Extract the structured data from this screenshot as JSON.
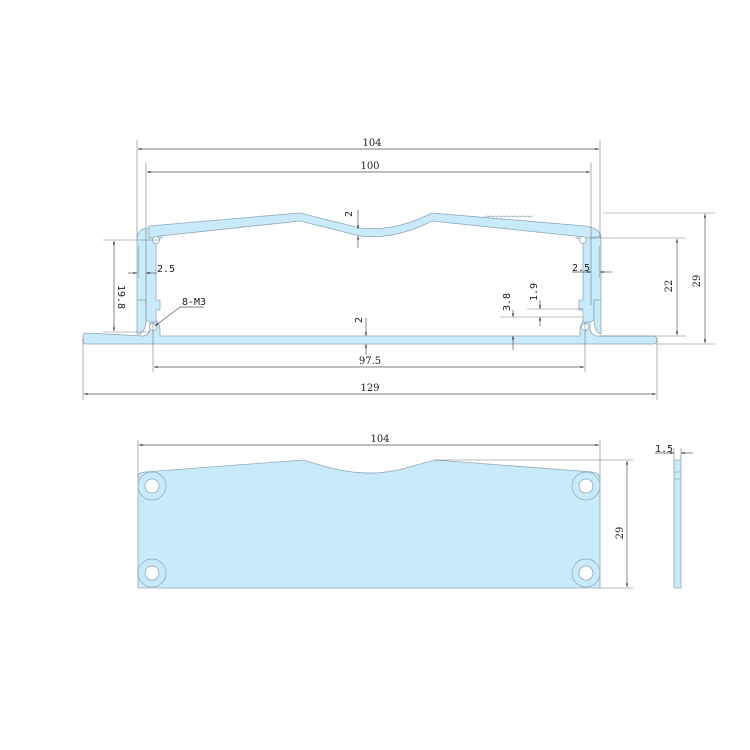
{
  "drawing": {
    "fill_color": "#c8eafb",
    "outline_color": "#8fa9b8",
    "dimension_color": "#555555",
    "profile_view": {
      "dim_overall_top_width": "104",
      "dim_inner_width": "100",
      "dim_top_thickness": "2",
      "dim_wall_thickness_left": "2.5",
      "dim_wall_thickness_right": "2.5",
      "dim_slot_height_left": "19.8",
      "dim_thread_callout": "8-M3",
      "dim_base_thickness": "2",
      "dim_step_38": "3.8",
      "dim_step_19": "1.9",
      "dim_inner_height": "22",
      "dim_overall_height": "29",
      "dim_hole_span": "97.5",
      "dim_flange_width": "129"
    },
    "end_plate_view": {
      "dim_width": "104",
      "dim_height": "29",
      "hole_count": 4
    },
    "side_view": {
      "dim_thickness": "1.5"
    }
  }
}
